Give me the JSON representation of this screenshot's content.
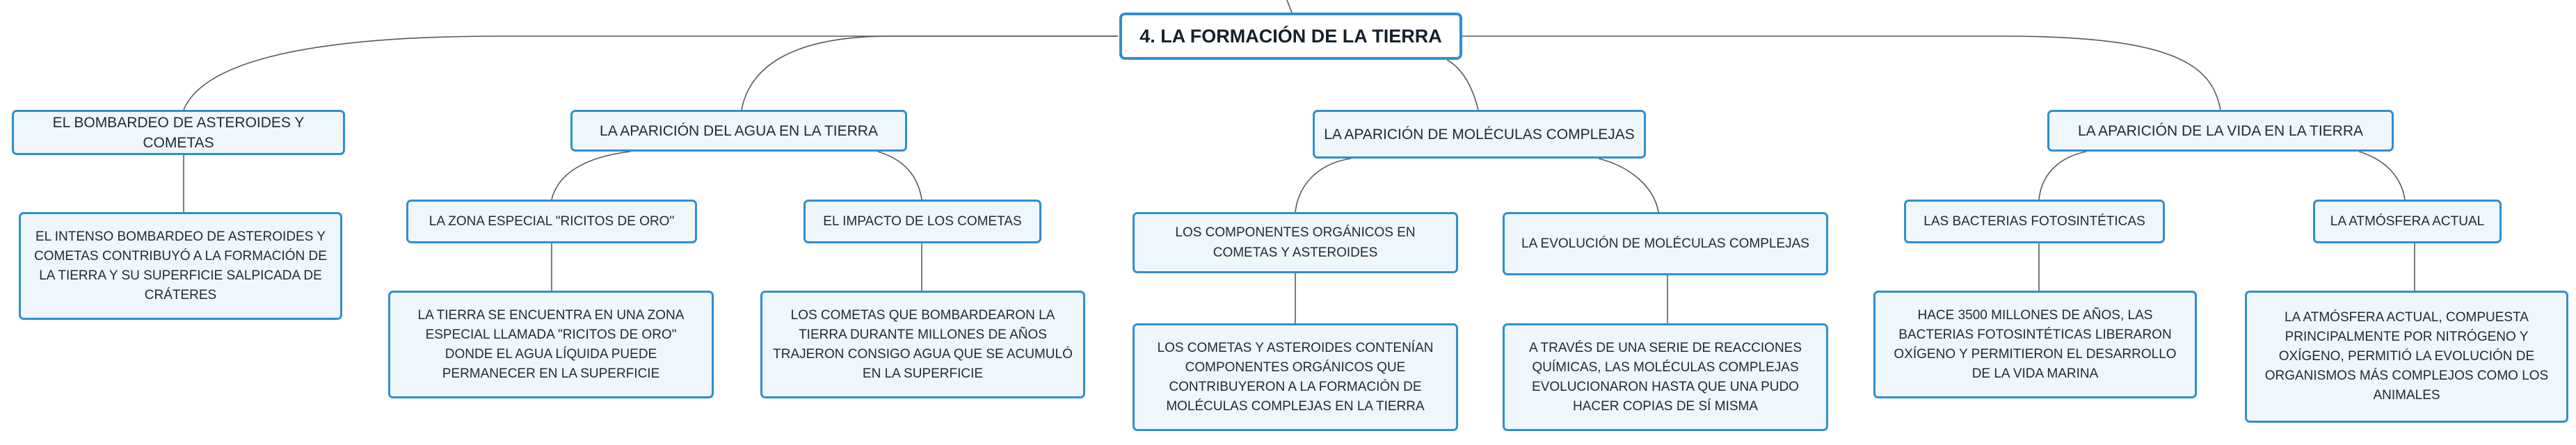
{
  "root": {
    "label": "4. LA FORMACIÓN DE LA TIERRA"
  },
  "branches": [
    {
      "label": "EL BOMBARDEO DE ASTEROIDES Y COMETAS",
      "detail": "EL INTENSO BOMBARDEO DE ASTEROIDES Y COMETAS CONTRIBUYÓ A LA FORMACIÓN DE LA TIERRA Y SU SUPERFICIE SALPICADA DE CRÁTERES"
    },
    {
      "label": "LA APARICIÓN DEL AGUA EN LA TIERRA",
      "children": [
        {
          "label": "LA ZONA ESPECIAL \"RICITOS DE ORO\"",
          "detail": "LA TIERRA SE ENCUENTRA EN UNA ZONA ESPECIAL LLAMADA \"RICITOS DE ORO\" DONDE EL AGUA LÍQUIDA PUEDE PERMANECER EN LA SUPERFICIE"
        },
        {
          "label": "EL IMPACTO DE LOS COMETAS",
          "detail": "LOS COMETAS QUE BOMBARDEARON LA TIERRA DURANTE MILLONES DE AÑOS TRAJERON CONSIGO AGUA QUE SE ACUMULÓ EN LA SUPERFICIE"
        }
      ]
    },
    {
      "label": "LA APARICIÓN DE MOLÉCULAS COMPLEJAS",
      "children": [
        {
          "label": "LOS COMPONENTES ORGÁNICOS EN COMETAS Y ASTEROIDES",
          "detail": "LOS COMETAS Y ASTEROIDES CONTENÍAN COMPONENTES ORGÁNICOS QUE CONTRIBUYERON A LA FORMACIÓN DE MOLÉCULAS COMPLEJAS EN LA TIERRA"
        },
        {
          "label": "LA EVOLUCIÓN DE MOLÉCULAS COMPLEJAS",
          "detail": "A TRAVÉS DE UNA SERIE DE REACCIONES QUÍMICAS, LAS MOLÉCULAS COMPLEJAS EVOLUCIONARON HASTA QUE UNA PUDO HACER COPIAS DE SÍ MISMA"
        }
      ]
    },
    {
      "label": "LA APARICIÓN DE LA VIDA EN LA TIERRA",
      "children": [
        {
          "label": "LAS BACTERIAS FOTOSINTÉTICAS",
          "detail": "HACE 3500 MILLONES DE AÑOS, LAS BACTERIAS FOTOSINTÉTICAS LIBERARON OXÍGENO Y PERMITIERON EL DESARROLLO DE LA VIDA MARINA"
        },
        {
          "label": "LA ATMÓSFERA ACTUAL",
          "detail": "LA ATMÓSFERA ACTUAL, COMPUESTA PRINCIPALMENTE POR NITRÓGENO Y OXÍGENO, PERMITIÓ LA EVOLUCIÓN DE ORGANISMOS MÁS COMPLEJOS COMO LOS ANIMALES"
        }
      ]
    }
  ]
}
